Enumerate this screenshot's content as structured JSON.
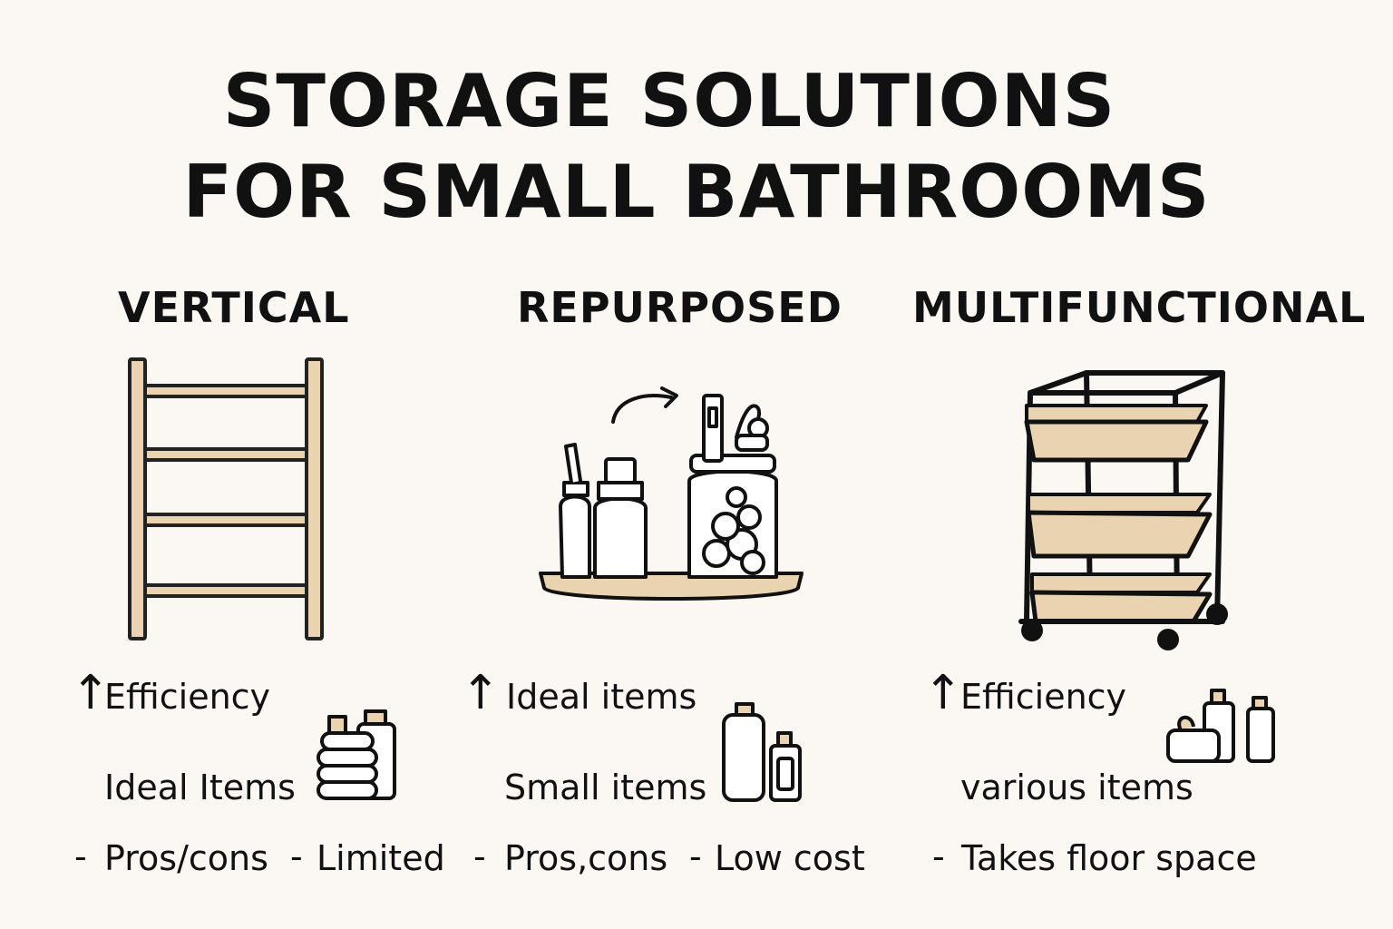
{
  "title": {
    "line1": "STORAGE SOLUTIONS",
    "line2": "FOR SMALL BATHROOMS"
  },
  "columns": [
    {
      "heading": "VERTICAL",
      "illustration": "ladder-shelf-icon",
      "line1_arrow": "↑",
      "line1": "Efficiency",
      "line2": "Ideal Items",
      "line2_icon": "towels-and-bottle-icon",
      "line3_dash": "-",
      "line3a": "Pros/cons",
      "line3b_dash": "-",
      "line3b": "Limited"
    },
    {
      "heading": "REPURPOSED",
      "illustration": "jars-on-tray-icon",
      "line1_arrow": "↑",
      "line1": "Ideal items",
      "line2": "Small items",
      "line2_icon": "bottles-icon",
      "line3_dash": "-",
      "line3a": "Pros,cons",
      "line3b_dash": "-",
      "line3b": "Low cost"
    },
    {
      "heading": "MULTIFUNCTIONAL",
      "illustration": "rolling-cart-icon",
      "line1_arrow": "↑",
      "line1": "Efficiency",
      "line2": "various items",
      "line2_icon": "toiletries-icon",
      "line3_dash": "-",
      "line3a": "Takes floor space"
    }
  ],
  "colors": {
    "background": "#fbf8f3",
    "wood": "#e9d3b0",
    "ink": "#111111"
  }
}
